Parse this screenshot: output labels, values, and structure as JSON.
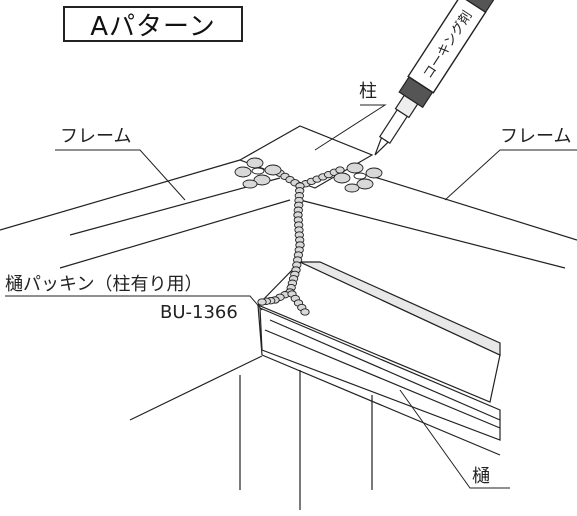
{
  "title": "Aパターン",
  "labels": {
    "pillar": "柱",
    "frame_left": "フレーム",
    "frame_right": "フレーム",
    "gutter_packing": "樋パッキン（柱有り用）",
    "part_number": "BU-1366",
    "gutter": "樋",
    "caulking_gun": "コーキング剤"
  },
  "colors": {
    "line": "#222222",
    "fill_light": "#ffffff",
    "shade": "#d9d9d9",
    "bead": "#bdbdbd"
  }
}
